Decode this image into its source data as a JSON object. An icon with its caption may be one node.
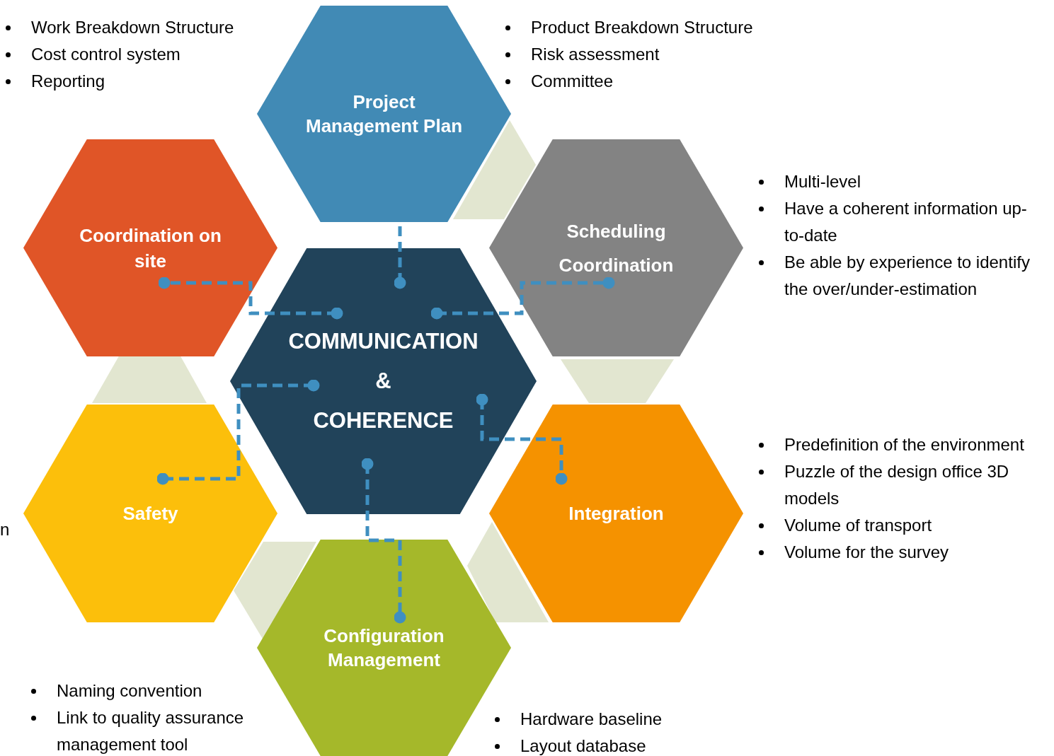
{
  "diagram": {
    "nodes": [
      {
        "text": [
          "Project Management Plan"
        ]
      },
      {
        "text": [
          "Coordination on site"
        ]
      },
      {
        "text": [
          "Scheduling Coordination"
        ]
      },
      {
        "text": [
          "COMMUNICATION",
          "&",
          "COHERENCE"
        ]
      },
      {
        "text": [
          "Safety"
        ]
      },
      {
        "text": [
          "Integration"
        ]
      },
      {
        "text": [
          "Configuration Management"
        ]
      }
    ],
    "edges": [
      {
        "from": 3,
        "to": 0,
        "arrow": "other",
        "style": "dashed"
      },
      {
        "from": 3,
        "to": 1,
        "arrow": "other",
        "style": "dashed"
      },
      {
        "from": 3,
        "to": 2,
        "arrow": "other",
        "style": "dashed"
      },
      {
        "from": 3,
        "to": 4,
        "arrow": "other",
        "style": "dashed"
      },
      {
        "from": 3,
        "to": 5,
        "arrow": "other",
        "style": "dashed"
      },
      {
        "from": 3,
        "to": 6,
        "arrow": "other",
        "style": "dashed"
      }
    ],
    "labels": [
      "Work Breakdown Structure",
      "Cost control system",
      "Reporting",
      "Product Breakdown Structure",
      "Risk assessment",
      "Committee",
      "Multi-level",
      "Have a coherent information up-to-date",
      "Be able by experience to identify the over/under-estimation",
      "Predefinition of the environment",
      "Puzzle of the design office 3D models",
      "Volume of transport",
      "Volume for the survey",
      "Naming convention",
      "Link to quality assurance management tool",
      "Hardware baseline",
      "Layout database",
      "n"
    ]
  }
}
